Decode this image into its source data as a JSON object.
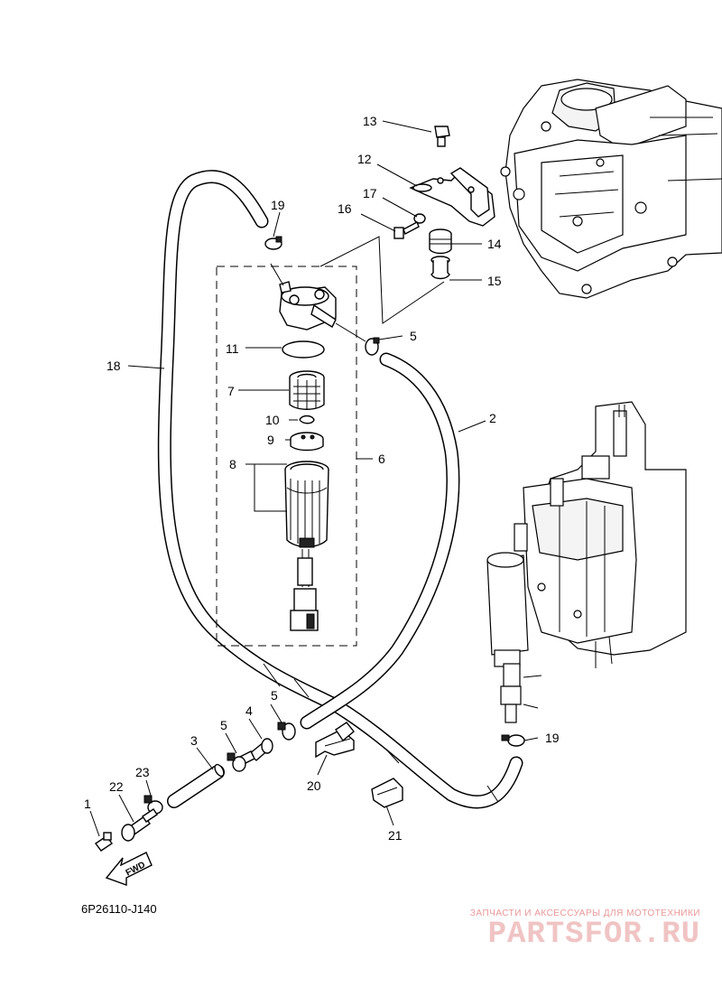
{
  "diagram": {
    "code": "6P26110-J140",
    "fwd_label": "FWD",
    "callouts": {
      "c1": "1",
      "c2": "2",
      "c3": "3",
      "c4": "4",
      "c5a": "5",
      "c5b": "5",
      "c5c": "5",
      "c6": "6",
      "c7": "7",
      "c8": "8",
      "c9": "9",
      "c10": "10",
      "c11": "11",
      "c12": "12",
      "c13": "13",
      "c14": "14",
      "c15": "15",
      "c16": "16",
      "c17": "17",
      "c18": "18",
      "c19a": "19",
      "c19b": "19",
      "c20": "20",
      "c21": "21",
      "c22": "22",
      "c23": "23"
    }
  },
  "watermark": {
    "subtitle": "ЗАПЧАСТИ И АКСЕССУАРЫ ДЛЯ МОТОТЕХНИКИ",
    "brand": "PARTSFOR.RU"
  }
}
